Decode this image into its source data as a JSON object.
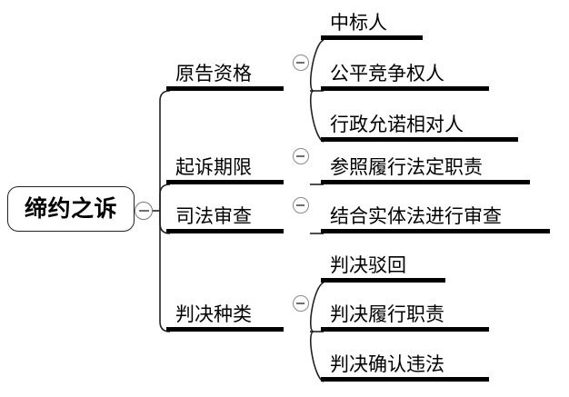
{
  "diagram": {
    "type": "mind-map",
    "title": "缔约之诉",
    "background_color": "#ffffff",
    "line_color": "#222222",
    "bar_color": "#000000",
    "toggle_color": "#8a8a8a"
  },
  "root": {
    "label": "缔约之诉",
    "toggle": "collapse-minus-icon"
  },
  "branches": [
    {
      "label": "原告资格",
      "toggle": "collapse-minus-icon",
      "children": [
        {
          "label": "中标人"
        },
        {
          "label": "公平竞争权人"
        },
        {
          "label": "行政允诺相对人"
        }
      ]
    },
    {
      "label": "起诉期限",
      "toggle": "collapse-minus-icon",
      "children": [
        {
          "label": "参照履行法定职责"
        }
      ]
    },
    {
      "label": "司法审查",
      "toggle": "collapse-minus-icon",
      "children": [
        {
          "label": "结合实体法进行审查"
        }
      ]
    },
    {
      "label": "判决种类",
      "toggle": "collapse-minus-icon",
      "children": [
        {
          "label": "判决驳回"
        },
        {
          "label": "判决履行职责"
        },
        {
          "label": "判决确认违法"
        }
      ]
    }
  ]
}
